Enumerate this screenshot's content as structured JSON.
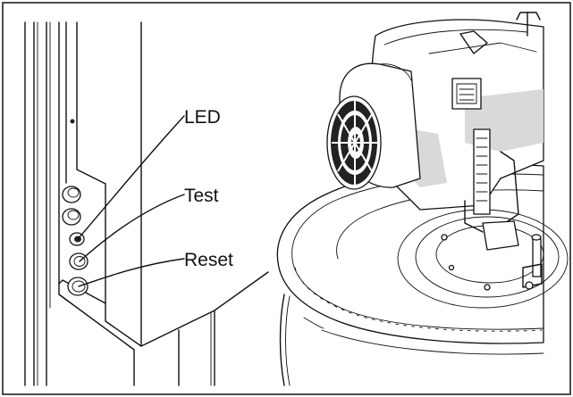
{
  "callouts": {
    "led": "LED",
    "test": "Test",
    "reset": "Reset"
  },
  "colors": {
    "line": "#111111",
    "shade": "#d9d9d9",
    "background": "#ffffff",
    "frame": "#222222"
  }
}
